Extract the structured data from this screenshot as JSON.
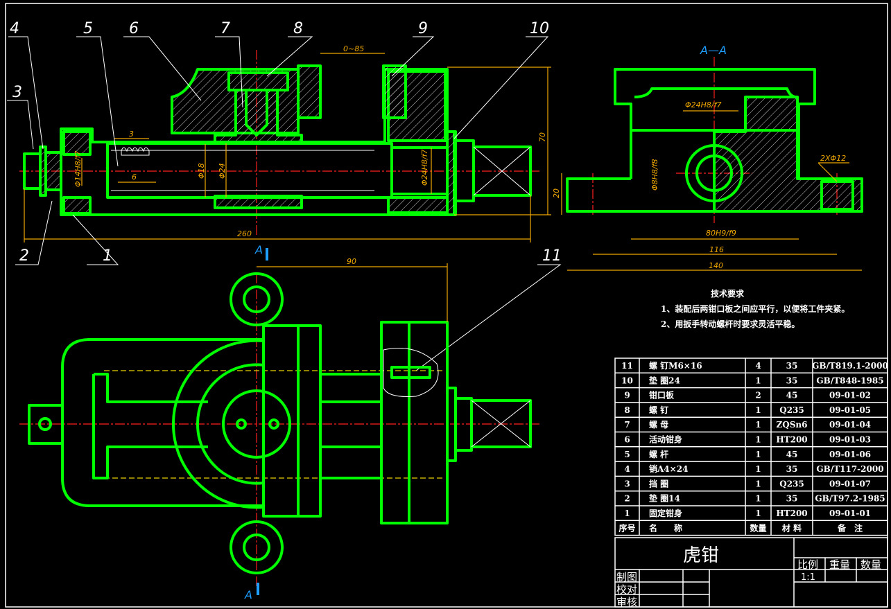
{
  "title_block": {
    "name": "虎钳",
    "scale_label": "比例",
    "weight_label": "重量",
    "quantity_label": "数量",
    "scale_value": "1:1",
    "drawn_label": "制图",
    "checked_label": "校对",
    "approved_label": "审核"
  },
  "bom": {
    "headers": [
      "序号",
      "名　　称",
      "数量",
      "材 料",
      "备　注"
    ],
    "rows": [
      [
        "11",
        "螺 钉M6×16",
        "4",
        "35",
        "GB/T819.1-2000"
      ],
      [
        "10",
        "垫 圈24",
        "1",
        "35",
        "GB/T848-1985"
      ],
      [
        "9",
        "钳口板",
        "2",
        "45",
        "09-01-02"
      ],
      [
        "8",
        "螺 钉",
        "1",
        "Q235",
        "09-01-05"
      ],
      [
        "7",
        "螺 母",
        "1",
        "ZQSn6",
        "09-01-04"
      ],
      [
        "6",
        "活动钳身",
        "1",
        "HT200",
        "09-01-03"
      ],
      [
        "5",
        "螺 杆",
        "1",
        "45",
        "09-01-06"
      ],
      [
        "4",
        "销A4×24",
        "1",
        "35",
        "GB/T117-2000"
      ],
      [
        "3",
        "挡 圈",
        "1",
        "Q235",
        "09-01-07"
      ],
      [
        "2",
        "垫 圈14",
        "1",
        "35",
        "GB/T97.2-1985"
      ],
      [
        "1",
        "固定钳身",
        "1",
        "HT200",
        "09-01-01"
      ]
    ]
  },
  "tech": {
    "title": "技术要求",
    "item1": "1、装配后两钳口板之间应平行，以便将工件夹紧。",
    "item2": "2、用扳手转动螺杆时要求灵活平稳。"
  },
  "balloons": {
    "b1": "1",
    "b2": "2",
    "b3": "3",
    "b4": "4",
    "b5": "5",
    "b6": "6",
    "b7": "7",
    "b8": "8",
    "b9": "9",
    "b10": "10",
    "b11": "11"
  },
  "dims": {
    "jaw_opening": "0~85",
    "height": "70",
    "total_length": "260",
    "d14": "Φ14H8/f7",
    "d18": "Φ18",
    "d24": "Φ24",
    "d24fit": "Φ24H8/f7",
    "pitch3": "3",
    "thread6": "6",
    "side_d24fit": "Φ24H8/f7",
    "side_small": "Φ8H8/f8",
    "base_height": "20",
    "width_fit": "80H9/f9",
    "hole_spacing": "116",
    "base_width": "140",
    "holes": "2XΦ12",
    "top_90": "90"
  },
  "section": {
    "title": "A—A",
    "mark_top": "A",
    "mark_bottom": "A"
  },
  "colors": {
    "outline": "#00ff00",
    "dimension": "#f0a800",
    "centerline": "#ff2020",
    "section_mark": "#1e9fff",
    "background": "#000000"
  }
}
